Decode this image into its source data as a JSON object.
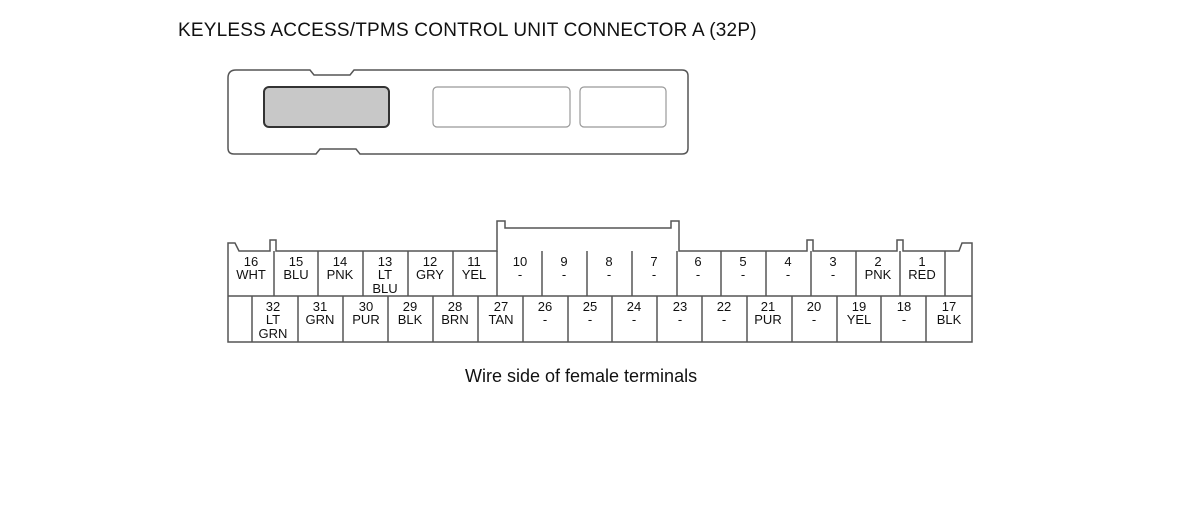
{
  "title": "KEYLESS ACCESS/TPMS CONTROL UNIT CONNECTOR A (32P)",
  "caption": "Wire side of female terminals",
  "top_row": [
    {
      "num": "16",
      "color": [
        "WHT"
      ]
    },
    {
      "num": "15",
      "color": [
        "BLU"
      ]
    },
    {
      "num": "14",
      "color": [
        "PNK"
      ]
    },
    {
      "num": "13",
      "color": [
        "LT",
        "BLU"
      ]
    },
    {
      "num": "12",
      "color": [
        "GRY"
      ]
    },
    {
      "num": "11",
      "color": [
        "YEL"
      ]
    },
    {
      "num": "10",
      "color": [
        "-"
      ]
    },
    {
      "num": "9",
      "color": [
        "-"
      ]
    },
    {
      "num": "8",
      "color": [
        "-"
      ]
    },
    {
      "num": "7",
      "color": [
        "-"
      ]
    },
    {
      "num": "6",
      "color": [
        "-"
      ]
    },
    {
      "num": "5",
      "color": [
        "-"
      ]
    },
    {
      "num": "4",
      "color": [
        "-"
      ]
    },
    {
      "num": "3",
      "color": [
        "-"
      ]
    },
    {
      "num": "2",
      "color": [
        "PNK"
      ]
    },
    {
      "num": "1",
      "color": [
        "RED"
      ]
    }
  ],
  "bottom_row": [
    {
      "num": "32",
      "color": [
        "LT",
        "GRN"
      ]
    },
    {
      "num": "31",
      "color": [
        "GRN"
      ]
    },
    {
      "num": "30",
      "color": [
        "PUR"
      ]
    },
    {
      "num": "29",
      "color": [
        "BLK"
      ]
    },
    {
      "num": "28",
      "color": [
        "BRN"
      ]
    },
    {
      "num": "27",
      "color": [
        "TAN"
      ]
    },
    {
      "num": "26",
      "color": [
        "-"
      ]
    },
    {
      "num": "25",
      "color": [
        "-"
      ]
    },
    {
      "num": "24",
      "color": [
        "-"
      ]
    },
    {
      "num": "23",
      "color": [
        "-"
      ]
    },
    {
      "num": "22",
      "color": [
        "-"
      ]
    },
    {
      "num": "21",
      "color": [
        "PUR"
      ]
    },
    {
      "num": "20",
      "color": [
        "-"
      ]
    },
    {
      "num": "19",
      "color": [
        "YEL"
      ]
    },
    {
      "num": "18",
      "color": [
        "-"
      ]
    },
    {
      "num": "17",
      "color": [
        "BLK"
      ]
    }
  ],
  "colors": {
    "outline": "#555555",
    "highlight_fill": "#c8c8c8"
  }
}
